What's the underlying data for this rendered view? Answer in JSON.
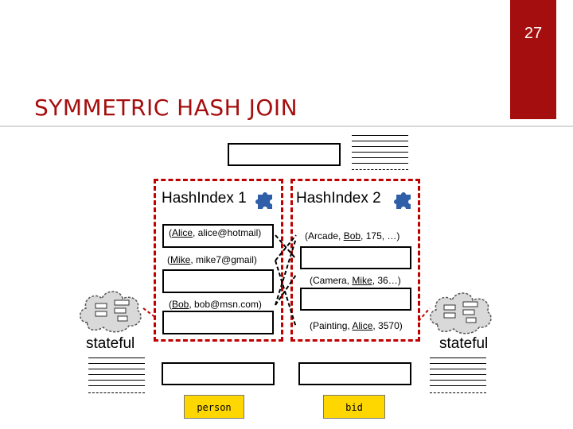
{
  "slide_number": "27",
  "title": "SYMMETRIC HASH JOIN",
  "index1": {
    "header": "HashIndex 1",
    "rows": [
      {
        "name": "Alice",
        "rest": ", alice@hotmail)"
      },
      {
        "name": "Mike",
        "rest": ", mike7@gmail)"
      },
      {
        "name": "Bob",
        "rest": ", bob@msn.com)"
      }
    ]
  },
  "index2": {
    "header": "HashIndex 2",
    "rows": [
      {
        "pre": "(Arcade, ",
        "name": "Bob",
        "post": ",  175, …)"
      },
      {
        "pre": "(Camera, ",
        "name": "Mike",
        "post": ", 36…)"
      },
      {
        "pre": "(Painting, ",
        "name": "Alice",
        "post": ", 3570)"
      }
    ]
  },
  "stateful_left": "stateful",
  "stateful_right": "stateful",
  "table_left": "person",
  "table_right": "bid",
  "colors": {
    "accent": "#a50e0e",
    "dashed": "#c00000",
    "puzzle": "#2e5fa8",
    "tag": "#ffd700"
  },
  "icons": [
    "puzzle-icon",
    "puzzle-icon",
    "cloud-icon",
    "cloud-icon"
  ]
}
